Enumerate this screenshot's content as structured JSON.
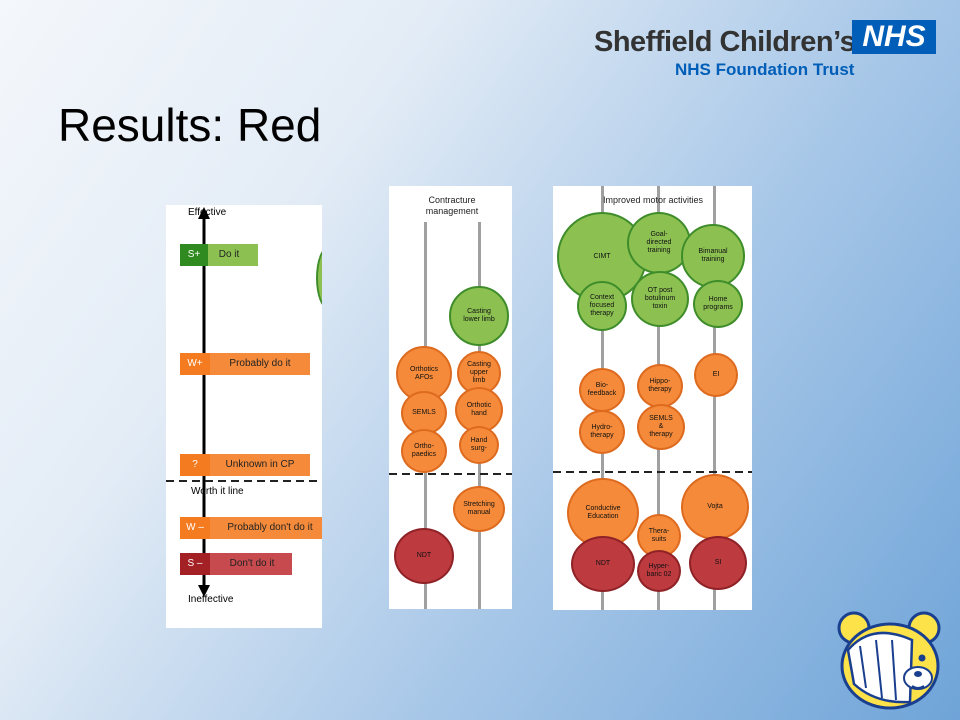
{
  "slide": {
    "title": "Results: Red",
    "brand_name": "Sheffield Children’s",
    "brand_badge": "NHS",
    "brand_trust": "NHS Foundation Trust"
  },
  "legend": {
    "top_label": "Effective",
    "bottom_label": "Ineffective",
    "worth_line_label": "Worth it line",
    "grades": [
      {
        "code": "S+",
        "text": "Do it"
      },
      {
        "code": "W+",
        "text": "Probably do it"
      },
      {
        "code": "?",
        "text": "Unknown in CP"
      },
      {
        "code": "W –",
        "text": "Probably don't do it"
      },
      {
        "code": "S –",
        "text": "Don't do it"
      }
    ]
  },
  "contracture": {
    "header": "Contracture\nmanagement",
    "nodes": [
      {
        "label": "Casting\nlower limb"
      },
      {
        "label": "Orthotics\nAFOs"
      },
      {
        "label": "Casting\nupper\nlimb"
      },
      {
        "label": "SEMLS"
      },
      {
        "label": "Orthotic\nhand"
      },
      {
        "label": "Ortho-\npaedics"
      },
      {
        "label": "Hand\nsurg-"
      },
      {
        "label": "Stretching\nmanual"
      },
      {
        "label": "NDT"
      }
    ]
  },
  "motor": {
    "header": "Improved motor activities",
    "nodes": [
      {
        "label": "CIMT"
      },
      {
        "label": "Goal-\ndirected\ntraining"
      },
      {
        "label": "Bimanual\ntraining"
      },
      {
        "label": "Context\nfocused\ntherapy"
      },
      {
        "label": "OT post\nbotulinum\ntoxin"
      },
      {
        "label": "Home\nprograms"
      },
      {
        "label": "Bio-\nfeedback"
      },
      {
        "label": "Hippo-\ntherapy"
      },
      {
        "label": "EI"
      },
      {
        "label": "Hydro-\ntherapy"
      },
      {
        "label": "SEMLS\n&\ntherapy"
      },
      {
        "label": "Conductive\nEducation"
      },
      {
        "label": "Vojta"
      },
      {
        "label": "Thera-\nsuits"
      },
      {
        "label": "NDT"
      },
      {
        "label": "Hyper-\nbaric 02"
      },
      {
        "label": "SI"
      }
    ]
  },
  "colors": {
    "strong_positive": "#2f8a1f",
    "weak_positive": "#f47b20",
    "unknown": "#f47b20",
    "weak_negative": "#f47b20",
    "strong_negative": "#a32125"
  }
}
